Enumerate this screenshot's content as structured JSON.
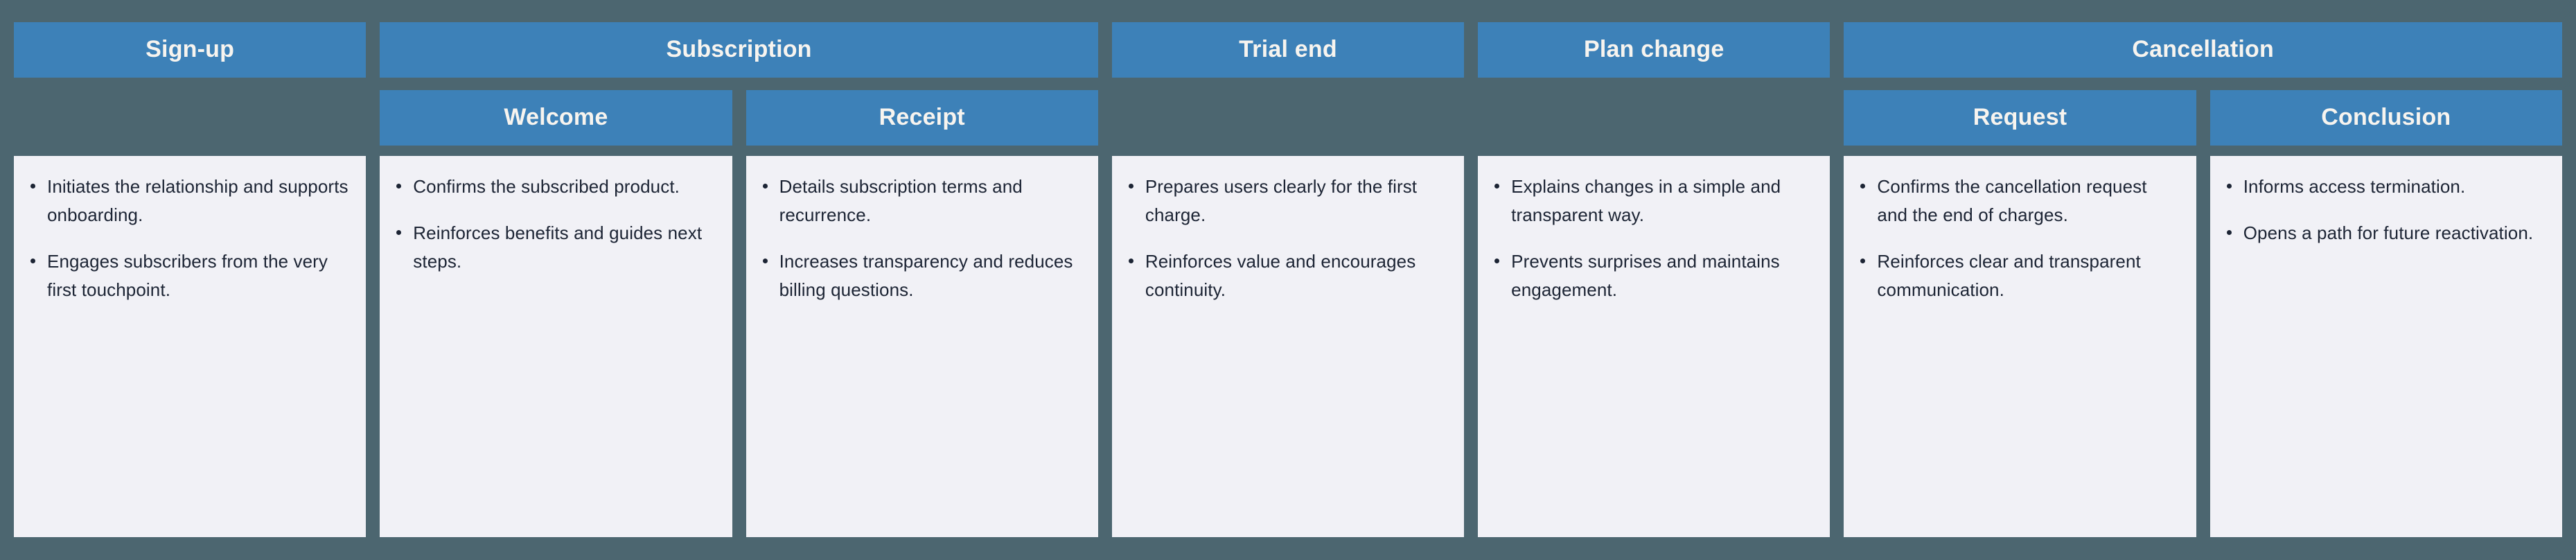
{
  "theme": {
    "background": "#4c6670",
    "header_fill": "#3d81b8",
    "header_text": "#f7f4ef",
    "card_fill": "#f1f1f6",
    "body_text": "#1c2434"
  },
  "stage_row": [
    {
      "label": "Sign-up",
      "span": 1
    },
    {
      "label": "Subscription",
      "span": 2
    },
    {
      "label": "Trial end",
      "span": 1
    },
    {
      "label": "Plan change",
      "span": 1
    },
    {
      "label": "Cancellation",
      "span": 2
    }
  ],
  "sub_row": [
    {
      "label": "",
      "empty": true
    },
    {
      "label": "Welcome",
      "empty": false
    },
    {
      "label": "Receipt",
      "empty": false
    },
    {
      "label": "",
      "empty": true
    },
    {
      "label": "",
      "empty": true
    },
    {
      "label": "Request",
      "empty": false
    },
    {
      "label": "Conclusion",
      "empty": false
    }
  ],
  "cards": [
    {
      "name": "sign-up",
      "bullets": [
        "Initiates the relationship and supports onboarding.",
        "Engages subscribers from the very first touchpoint."
      ]
    },
    {
      "name": "welcome",
      "bullets": [
        "Confirms the subscribed product.",
        "Reinforces benefits and guides next steps."
      ]
    },
    {
      "name": "receipt",
      "bullets": [
        "Details subscription terms and recurrence.",
        "Increases transparency and reduces billing questions."
      ]
    },
    {
      "name": "trial-end",
      "bullets": [
        "Prepares users clearly for the first charge.",
        "Reinforces value and encourages continuity."
      ]
    },
    {
      "name": "plan-change",
      "bullets": [
        "Explains changes in a simple and transparent way.",
        "Prevents surprises and maintains engagement."
      ]
    },
    {
      "name": "cancellation-request",
      "bullets": [
        "Confirms the cancellation request and the end of charges.",
        "Reinforces clear and transparent communication."
      ]
    },
    {
      "name": "cancellation-conclusion",
      "bullets": [
        "Informs access termination.",
        "Opens a path for future reactivation."
      ]
    }
  ]
}
